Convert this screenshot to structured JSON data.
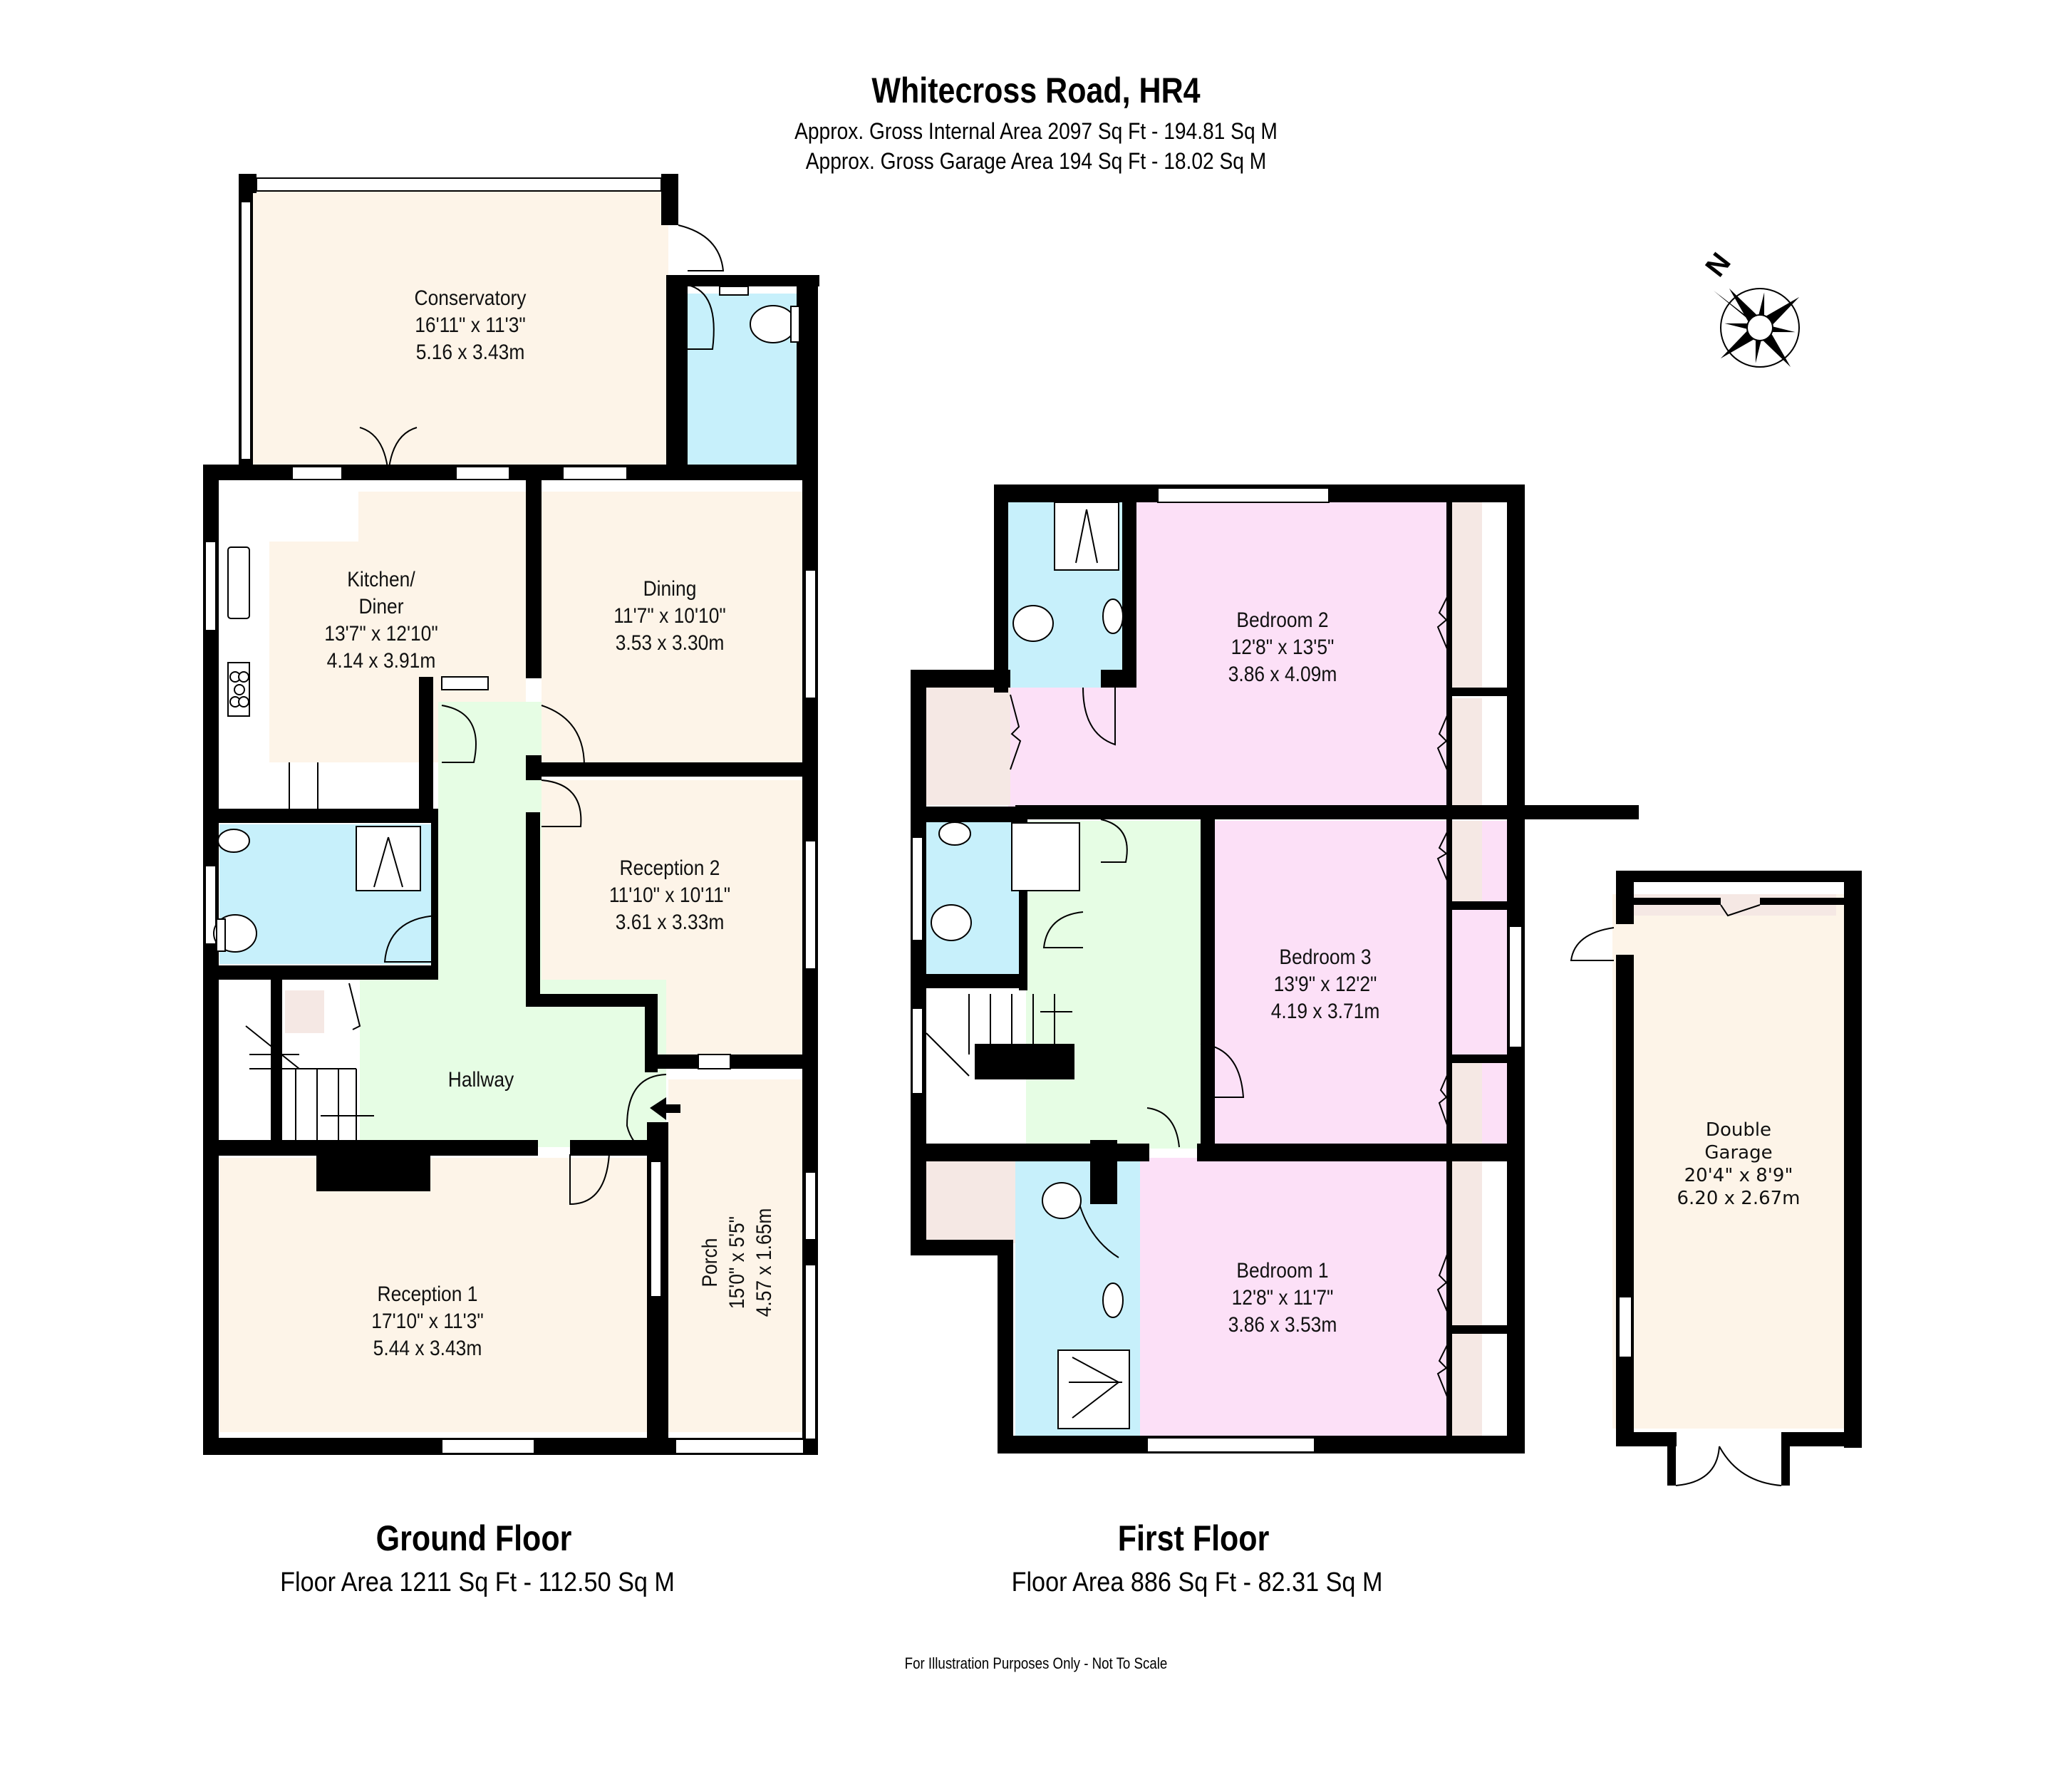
{
  "header": {
    "title": "Whitecross Road, HR4",
    "gross_internal": "Approx. Gross Internal Area 2097 Sq Ft - 194.81 Sq M",
    "gross_garage": "Approx. Gross Garage Area 194 Sq Ft - 18.02 Sq M"
  },
  "compass": {
    "label": "N",
    "icon": "compass-rose-icon"
  },
  "colors": {
    "wall": "#000000",
    "living": "#fdf4e8",
    "wet": "#c7f0fb",
    "hall": "#e6fde4",
    "bedroom": "#fce0f7",
    "storage": "#f5e8e4",
    "window": "#ffffff"
  },
  "ground_floor": {
    "title": "Ground Floor",
    "area": "Floor Area 1211 Sq Ft - 112.50 Sq M",
    "rooms": [
      {
        "name": "Conservatory",
        "imperial": "16'11\" x 11'3\"",
        "metric": "5.16 x 3.43m"
      },
      {
        "name": "Kitchen/",
        "name2": "Diner",
        "imperial": "13'7\" x 12'10\"",
        "metric": "4.14 x 3.91m"
      },
      {
        "name": "Dining",
        "imperial": "11'7\" x 10'10\"",
        "metric": "3.53 x 3.30m"
      },
      {
        "name": "Reception 2",
        "imperial": "11'10\" x 10'11\"",
        "metric": "3.61 x 3.33m"
      },
      {
        "name": "Hallway"
      },
      {
        "name": "Reception 1",
        "imperial": "17'10\" x 11'3\"",
        "metric": "5.44 x 3.43m"
      },
      {
        "name": "Porch",
        "imperial": "15'0\" x 5'5\"",
        "metric": "4.57 x 1.65m"
      }
    ]
  },
  "first_floor": {
    "title": "First Floor",
    "area": "Floor Area 886 Sq Ft - 82.31 Sq M",
    "rooms": [
      {
        "name": "Bedroom 2",
        "imperial": "12'8\" x 13'5\"",
        "metric": "3.86 x 4.09m"
      },
      {
        "name": "Bedroom 3",
        "imperial": "13'9\" x 12'2\"",
        "metric": "4.19 x 3.71m"
      },
      {
        "name": "Bedroom 1",
        "imperial": "12'8\" x 11'7\"",
        "metric": "3.86 x 3.53m"
      }
    ]
  },
  "garage": {
    "rooms": [
      {
        "name": "Double",
        "name2": "Garage",
        "imperial": "20'4\" x 8'9\"",
        "metric": "6.20 x 2.67m"
      }
    ]
  },
  "footer": {
    "disclaimer": "For Illustration Purposes Only - Not To Scale"
  }
}
